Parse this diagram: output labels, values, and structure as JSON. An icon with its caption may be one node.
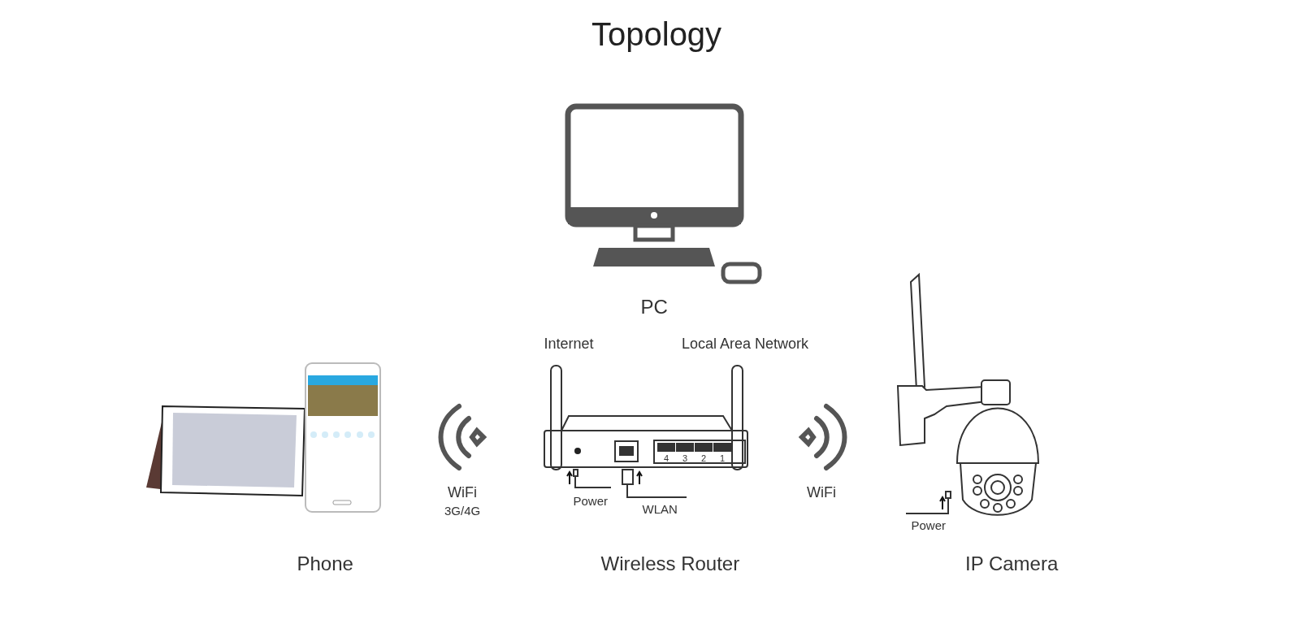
{
  "diagram": {
    "title": "Topology",
    "nodes": [
      {
        "text": [
          "PC"
        ]
      },
      {
        "text": [
          "Phone"
        ]
      },
      {
        "text": [
          "Wireless Router"
        ]
      },
      {
        "text": [
          "IP Camera"
        ]
      }
    ],
    "labels": [
      "Internet",
      "Local Area Network",
      "4",
      "3",
      "2",
      "1",
      "WiFi",
      "3G/4G",
      "Power",
      "WLAN",
      "WiFi",
      "Power"
    ]
  }
}
